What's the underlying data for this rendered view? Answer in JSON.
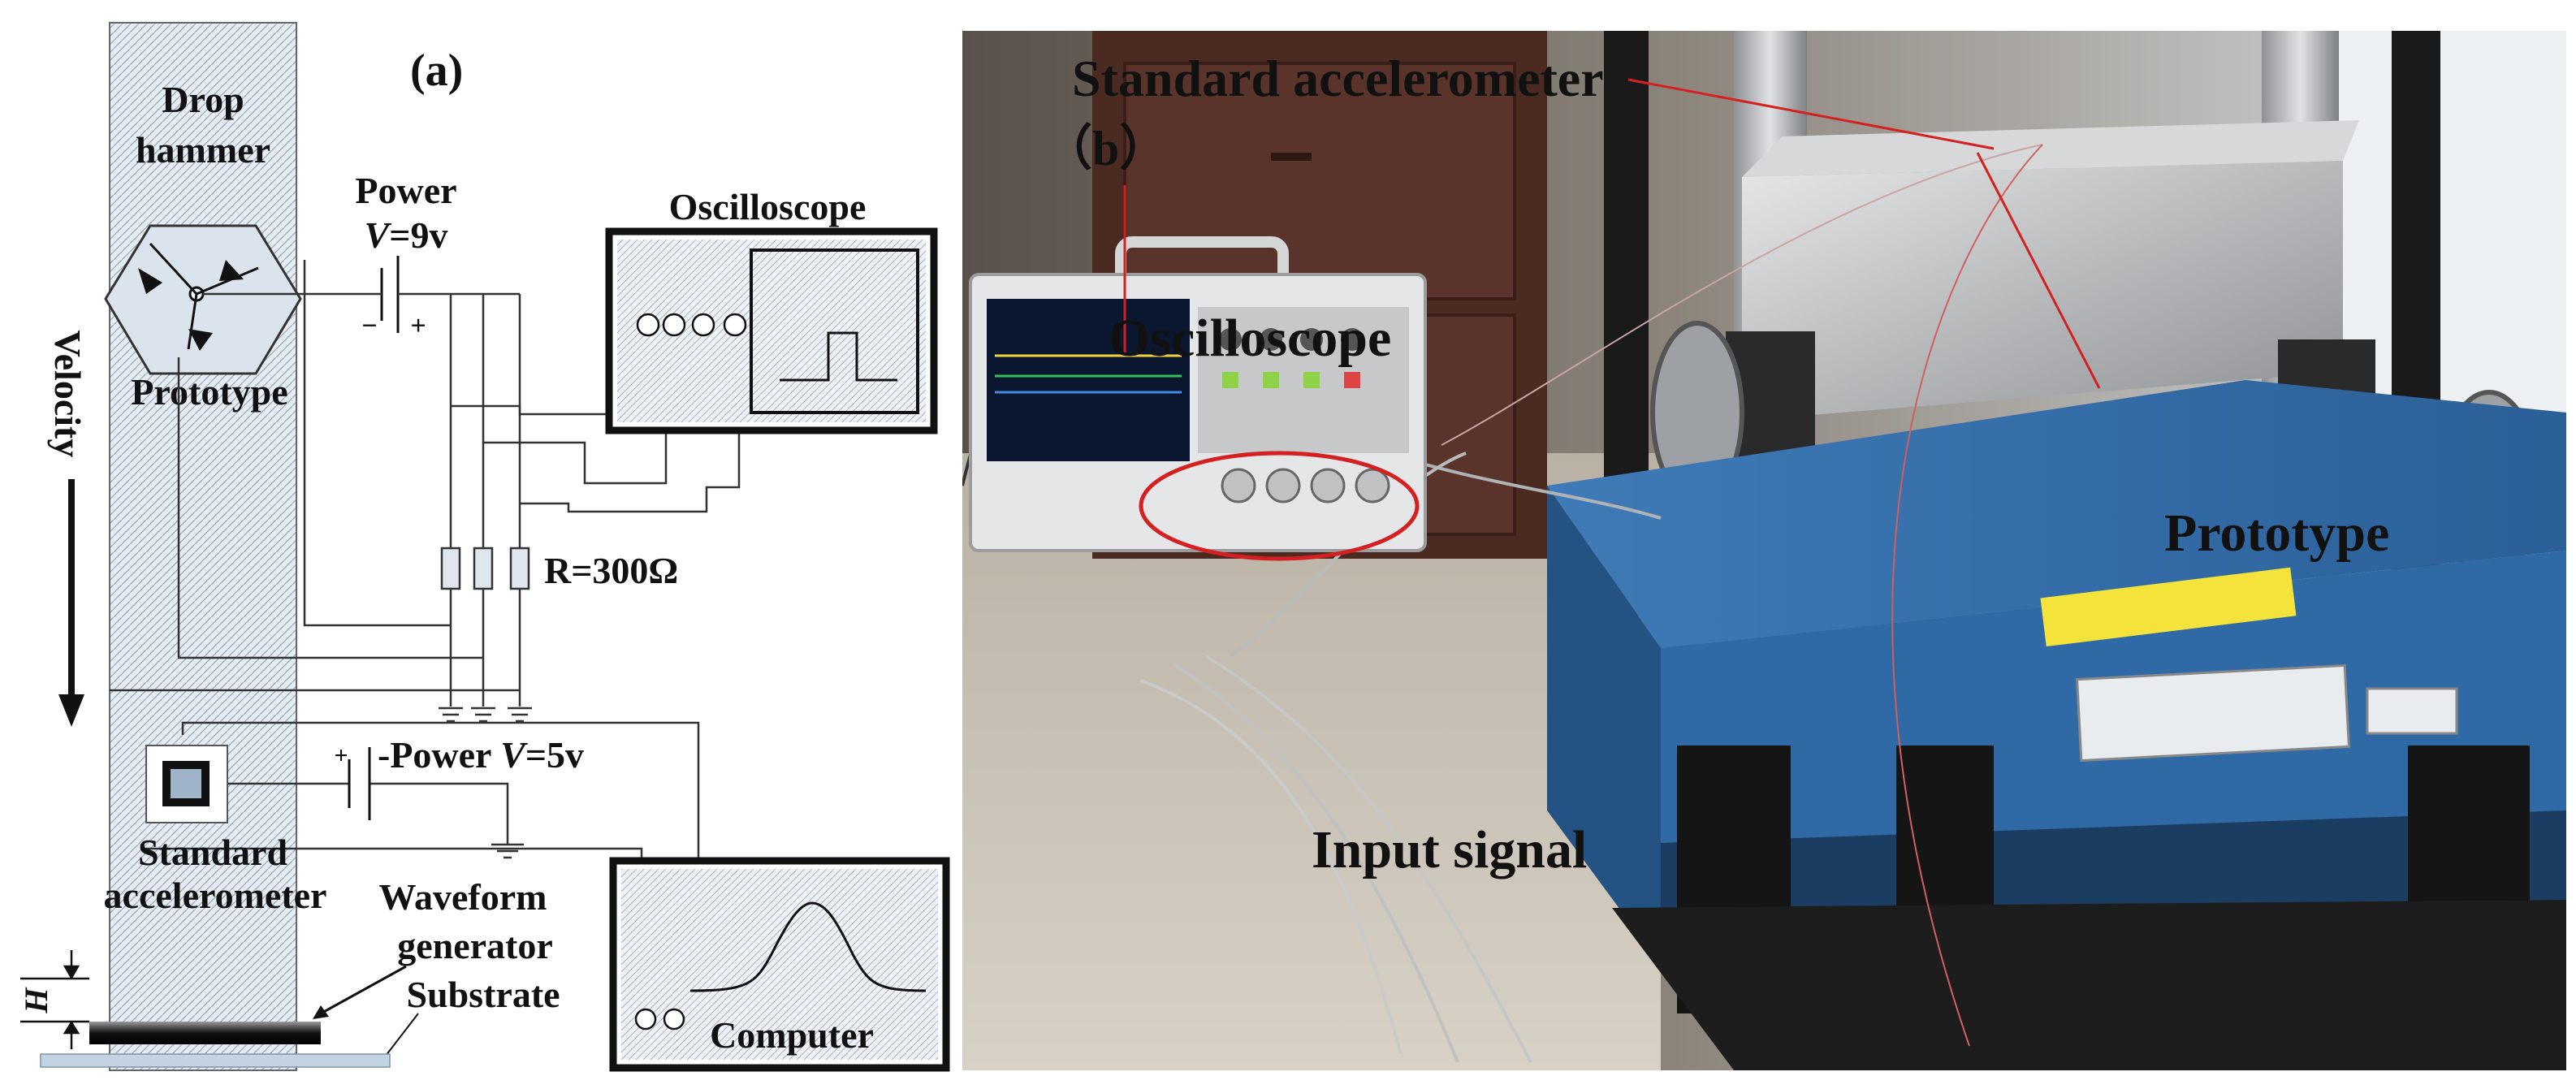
{
  "panel_a": {
    "tag": "(a)",
    "drop_hammer_line1": "Drop",
    "drop_hammer_line2": "hammer",
    "velocity": "Velocity",
    "prototype": "Prototype",
    "power1_label": "Power",
    "power1_value_var": "V",
    "power1_value": "=9v",
    "minus": "−",
    "plus": "+",
    "oscilloscope": "Oscilloscope",
    "resistor": "R=300Ω",
    "power2_label": "-Power ",
    "power2_value_var": "V",
    "power2_value": "=5v",
    "standard_line1": "Standard",
    "standard_line2": "accelerometer",
    "waveform_line1": "Waveform",
    "waveform_line2": "generator",
    "substrate": "Substrate",
    "height_var": "H",
    "computer": "Computer"
  },
  "panel_b": {
    "tag": "（b）",
    "standard_accelerometer": "Standard accelerometer",
    "oscilloscope": "Oscilloscope",
    "prototype": "Prototype",
    "input_signal": "Input signal",
    "colors": {
      "table_blue": "#2f6aa6",
      "frame_black": "#1a1a1a",
      "floor": "#c9c1b4",
      "wall": "#e9ecee",
      "cabinet": "#4b2a22",
      "annotation_red": "#d42020"
    }
  }
}
